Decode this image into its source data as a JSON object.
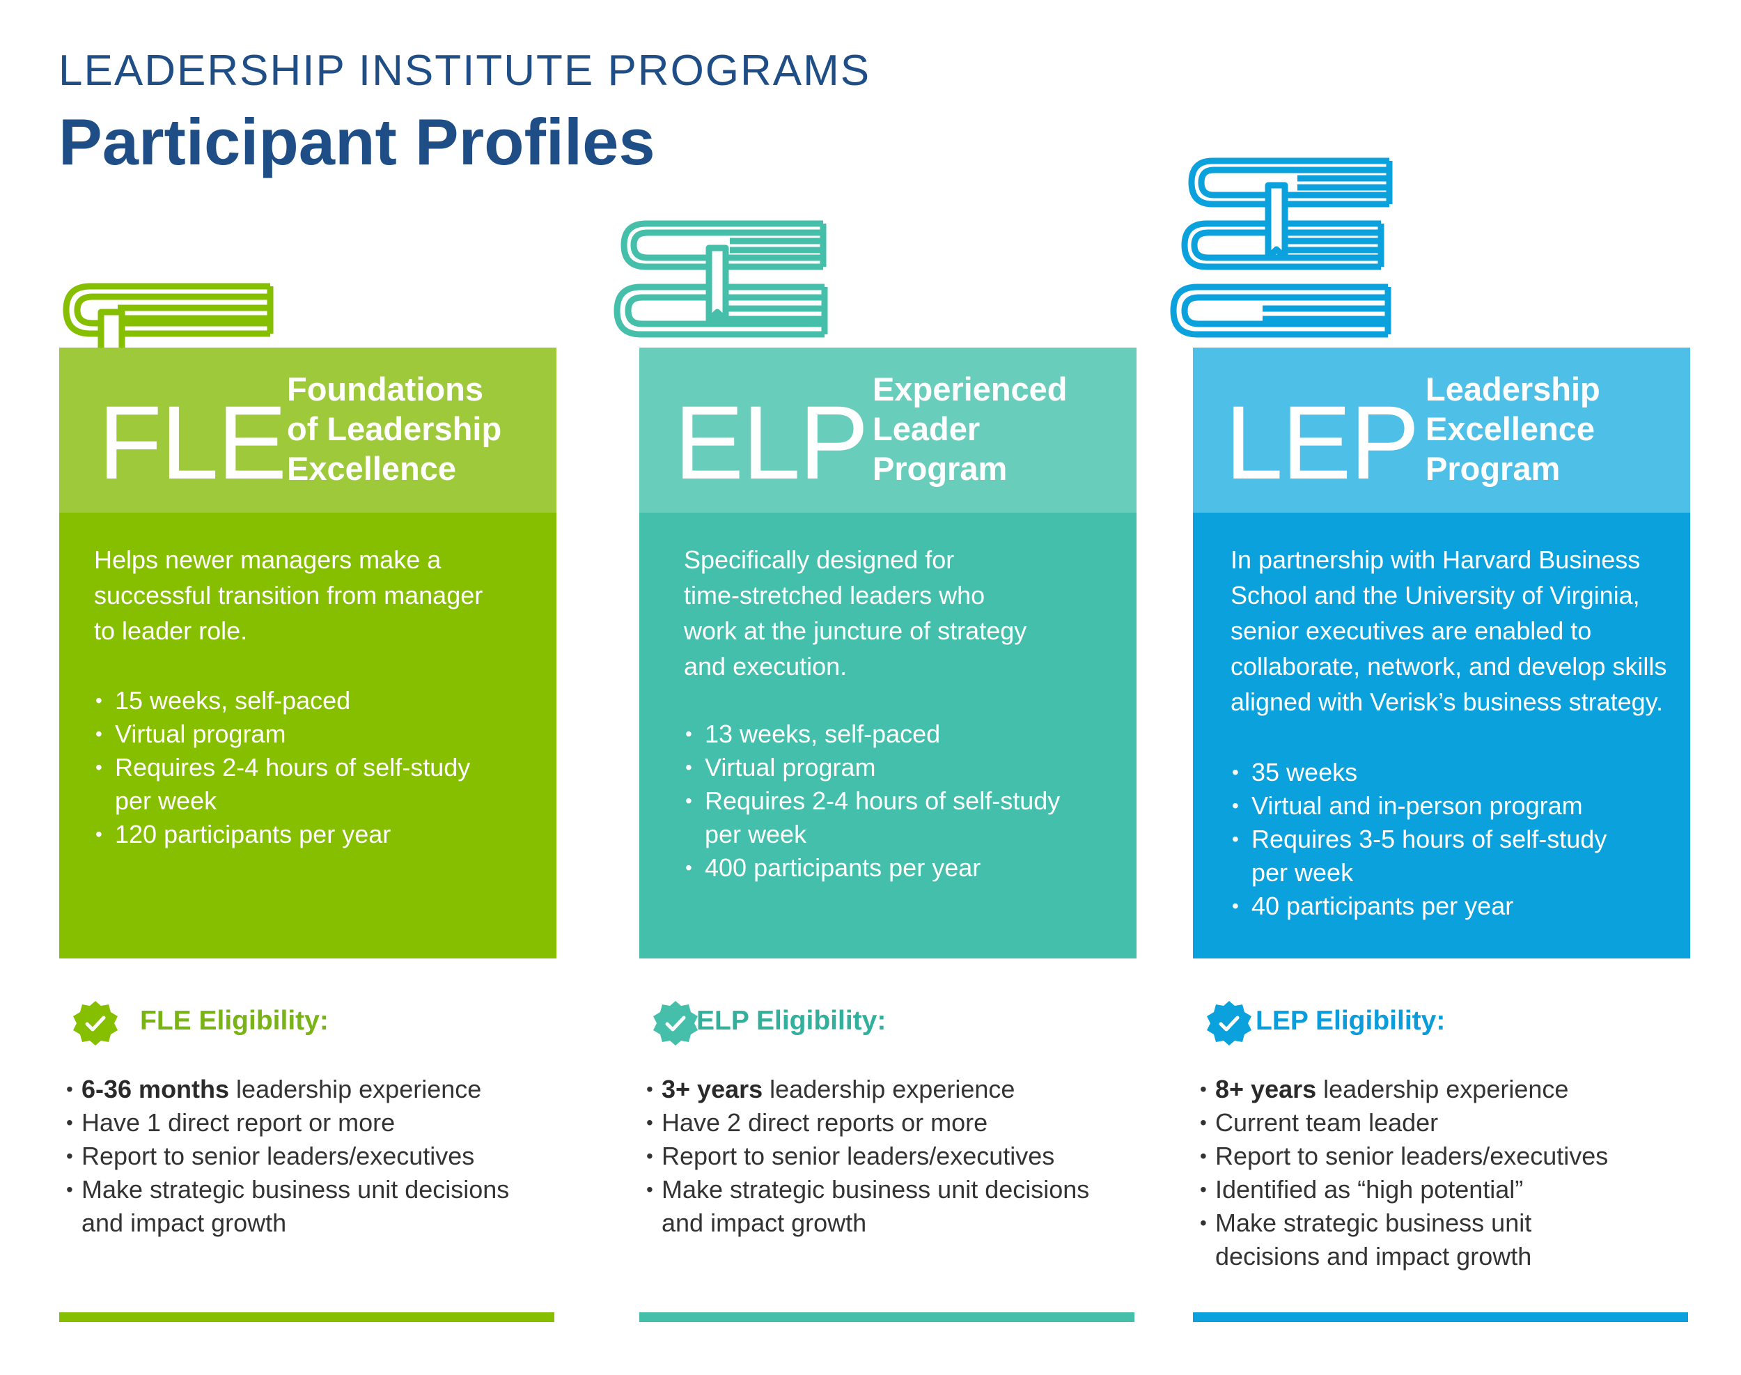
{
  "header": {
    "kicker": "LEADERSHIP INSTITUTE PROGRAMS",
    "title": "Participant Profiles"
  },
  "colors": {
    "title": "#1f4e86",
    "fle": {
      "head": "#9dc93b",
      "body": "#86be00",
      "text": "#7ab317",
      "icon": "#86be00"
    },
    "elp": {
      "head": "#68cdba",
      "body": "#43bfab",
      "text": "#33b09c",
      "icon": "#45bfaa"
    },
    "lep": {
      "head": "#4ec0e8",
      "body": "#0aa1dd",
      "text": "#0c9cd9",
      "icon": "#0aa1dd"
    }
  },
  "icons": [
    "book-stack-icon",
    "badge-check-icon"
  ],
  "programs": [
    {
      "id": "fle",
      "acronym": "FLE",
      "name_lines": [
        "Foundations",
        "of Leadership",
        "Excellence"
      ],
      "description_lines": [
        "Helps newer managers make a",
        "successful transition from manager",
        "to leader role."
      ],
      "bullets": [
        "15 weeks, self-paced",
        "Virtual program",
        "Requires 2-4 hours of self-study",
        "per week",
        "120 participants per year"
      ],
      "eligibility_title": "FLE Eligibility:",
      "eligibility": [
        {
          "bold": "6-36 months",
          "text": " leadership experience"
        },
        {
          "bold": "",
          "text": "Have 1 direct report or more"
        },
        {
          "bold": "",
          "text": "Report to senior leaders/executives"
        },
        {
          "bold": "",
          "text": "Make strategic business unit decisions"
        },
        {
          "bold": "",
          "text": "and impact growth"
        }
      ]
    },
    {
      "id": "elp",
      "acronym": "ELP",
      "name_lines": [
        "Experienced",
        "Leader",
        "Program"
      ],
      "description_lines": [
        "Specifically designed for",
        "time-stretched leaders who",
        "work at the juncture of strategy",
        "and execution."
      ],
      "bullets": [
        "13 weeks, self-paced",
        "Virtual program",
        "Requires 2-4 hours of self-study",
        "per week",
        "400 participants per year"
      ],
      "eligibility_title": "ELP Eligibility:",
      "eligibility": [
        {
          "bold": "3+ years",
          "text": " leadership experience"
        },
        {
          "bold": "",
          "text": "Have 2 direct reports or more"
        },
        {
          "bold": "",
          "text": "Report to senior leaders/executives"
        },
        {
          "bold": "",
          "text": "Make strategic business unit decisions"
        },
        {
          "bold": "",
          "text": "and impact growth"
        }
      ]
    },
    {
      "id": "lep",
      "acronym": "LEP",
      "name_lines": [
        "Leadership",
        "Excellence",
        "Program"
      ],
      "description_lines": [
        "In partnership with Harvard Business",
        "School and the University of Virginia,",
        "senior executives are enabled to",
        "collaborate, network, and develop skills",
        "aligned with Verisk’s business strategy."
      ],
      "bullets": [
        "35 weeks",
        "Virtual and in-person program",
        "Requires 3-5 hours of self-study",
        "per week",
        "40 participants per year"
      ],
      "eligibility_title": "LEP Eligibility:",
      "eligibility": [
        {
          "bold": "8+ years",
          "text": " leadership experience"
        },
        {
          "bold": "",
          "text": "Current team leader"
        },
        {
          "bold": "",
          "text": "Report to senior leaders/executives"
        },
        {
          "bold": "",
          "text": "Identified as “high potential”"
        },
        {
          "bold": "",
          "text": "Make strategic business unit"
        },
        {
          "bold": "",
          "text": "decisions and impact growth"
        }
      ]
    }
  ]
}
